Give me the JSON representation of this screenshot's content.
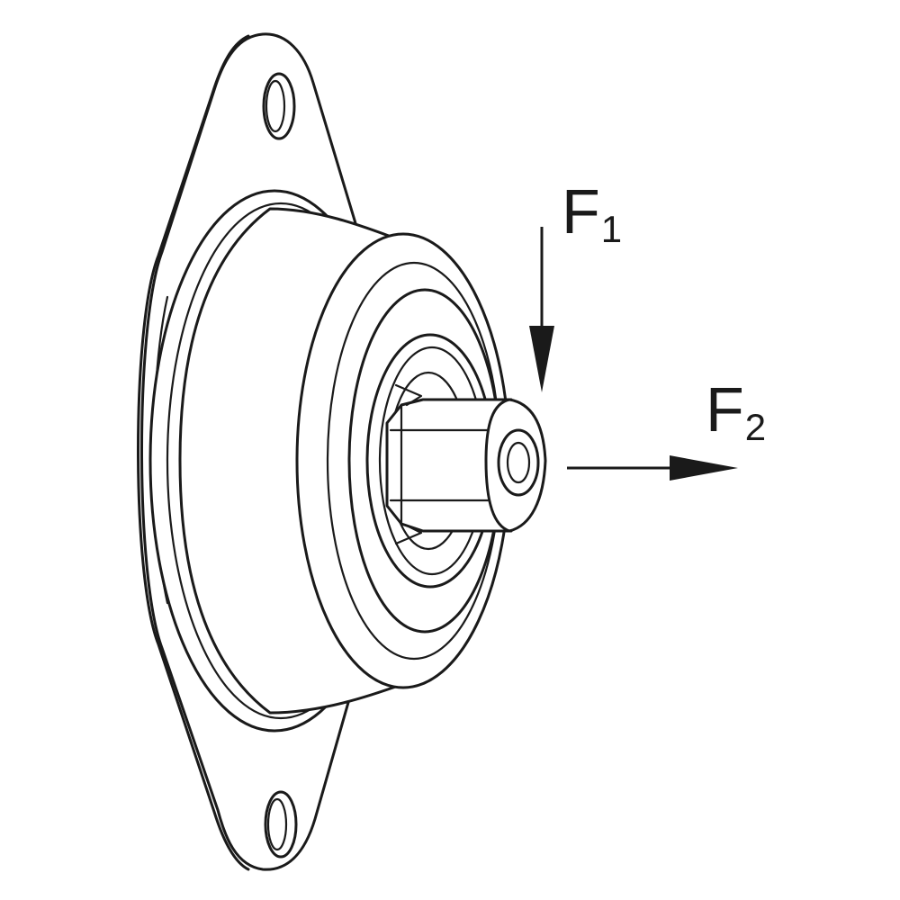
{
  "diagram": {
    "forces": [
      {
        "id": "f1",
        "symbol": "F",
        "subscript": "1",
        "direction": "down"
      },
      {
        "id": "f2",
        "symbol": "F",
        "subscript": "2",
        "direction": "right"
      }
    ],
    "colors": {
      "line": "#1a1a1a",
      "background": "#ffffff"
    }
  }
}
